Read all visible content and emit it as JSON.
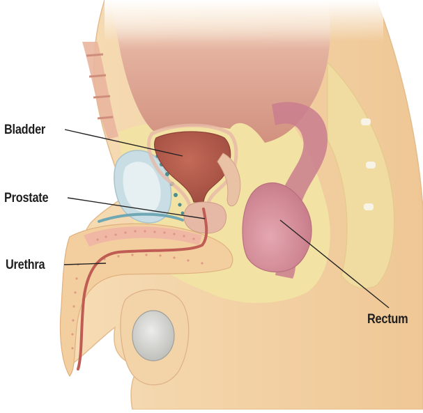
{
  "labels": {
    "bladder": "Bladder",
    "prostate": "Prostate",
    "urethra": "Urethra",
    "rectum": "Rectum"
  },
  "colors": {
    "background": "#ffffff",
    "skin": "#f4d6ac",
    "fat": "#f2e2a4",
    "abdominal_cavity": "#d89e8c",
    "muscle": "#c98678",
    "bladder": "#b0584a",
    "prostate": "#e6b8a6",
    "rectum": "#d58e9c",
    "pubic_bone": "#c8dde4",
    "testis": "#d4d4d2",
    "leader_line": "#222222"
  }
}
